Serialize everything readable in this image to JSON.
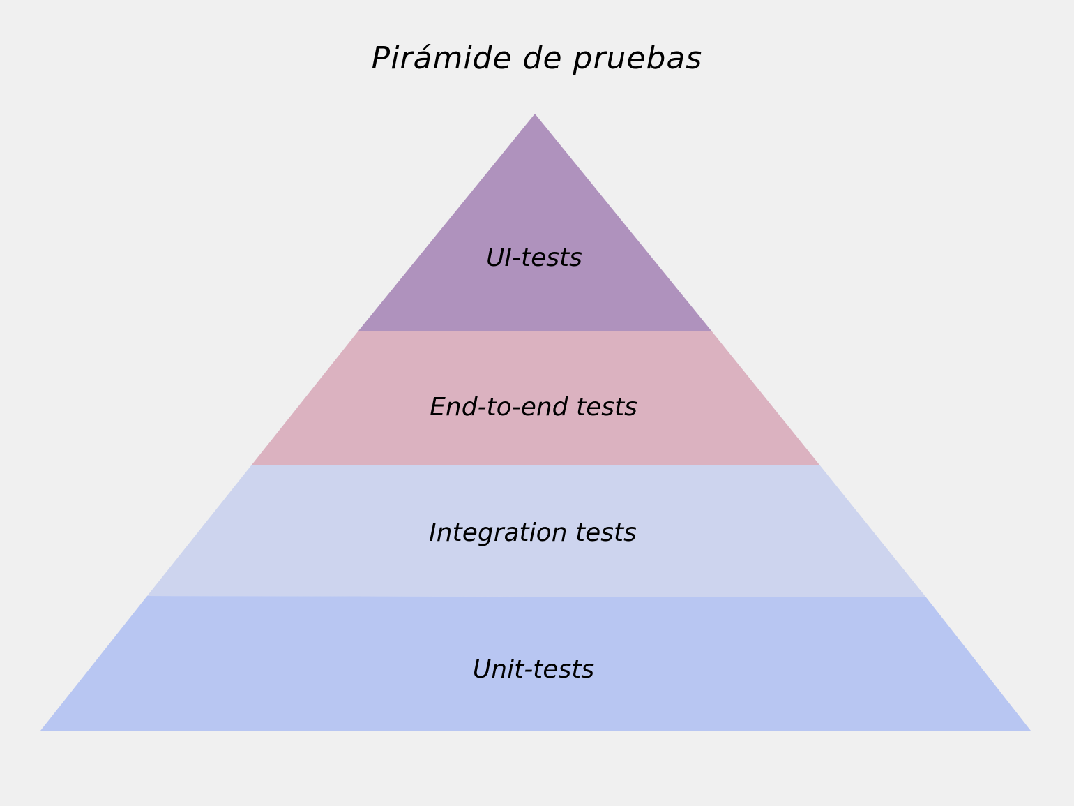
{
  "title": "Pirámide de pruebas",
  "levels": [
    {
      "label": "UI-tests",
      "color": "#af92bd"
    },
    {
      "label": "End-to-end tests",
      "color": "#dbb2c0"
    },
    {
      "label": "Integration tests",
      "color": "#cdd4ee"
    },
    {
      "label": "Unit-tests",
      "color": "#b8c6f2"
    }
  ]
}
